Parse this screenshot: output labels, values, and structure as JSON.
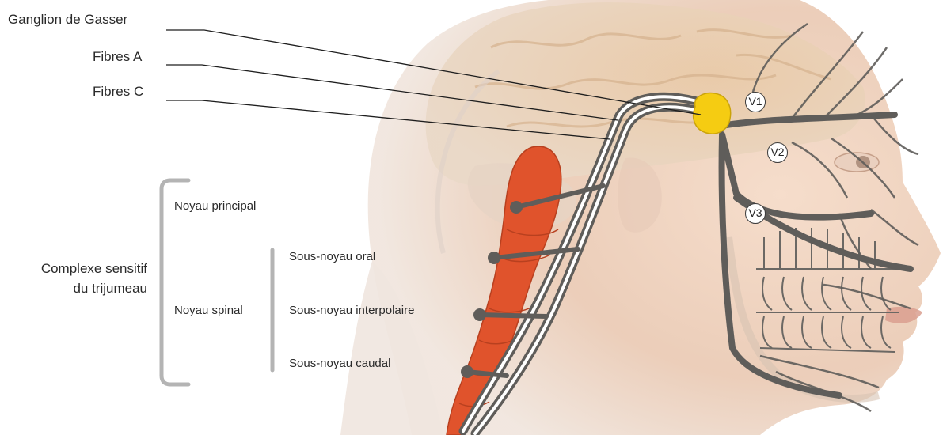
{
  "labels": {
    "ganglion": "Ganglion de Gasser",
    "fibres_a": "Fibres A",
    "fibres_c": "Fibres C",
    "complexe_line1": "Complexe sensitif",
    "complexe_line2": "du trijumeau",
    "noyau_principal": "Noyau principal",
    "noyau_spinal": "Noyau spinal",
    "sous_noyau_oral": "Sous-noyau oral",
    "sous_noyau_interpolaire": "Sous-noyau interpolaire",
    "sous_noyau_caudal": "Sous-noyau caudal"
  },
  "branches": {
    "v1": "V1",
    "v2": "V2",
    "v3": "V3"
  },
  "colors": {
    "nerve": "#5f5d5a",
    "ganglion": "#f5cc12",
    "brainstem": "#e0532c",
    "bracket": "#b4b4b4",
    "skin": "#e9c0a2",
    "brain": "#e0c3a4"
  }
}
